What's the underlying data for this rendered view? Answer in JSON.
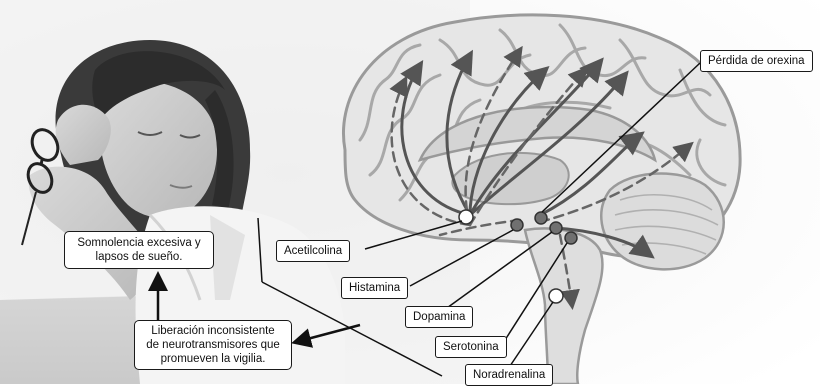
{
  "labels": {
    "perdida_orexina": "Pérdida de orexina",
    "somnolencia": "Somnolencia excesiva y\nlapsos de sueño.",
    "liberacion": "Liberación inconsistente\nde neurotransmisores que\npromueven la vigilia.",
    "acetilcolina": "Acetilcolina",
    "histamina": "Histamina",
    "dopamina": "Dopamina",
    "serotonina": "Serotonina",
    "noradrenalina": "Noradrenalina"
  },
  "colors": {
    "nucleus_dark": "#6e6e6e",
    "nucleus_light": "#ffffff",
    "pathway": "#555555",
    "brain_fill": "#e6e6e6",
    "brain_stroke": "#9a9a9a"
  }
}
